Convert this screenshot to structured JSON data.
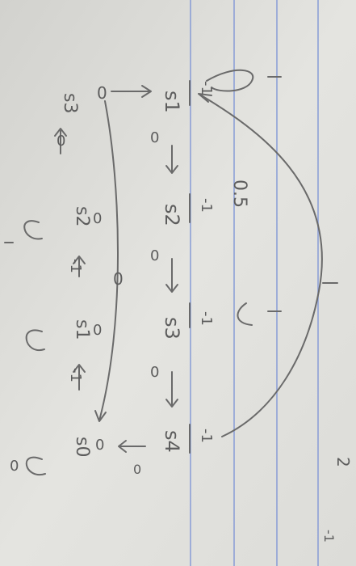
{
  "photo": {
    "subject": "pencil sketch of a state transition diagram on lined notebook paper, photographed rotated 90 degrees",
    "paper_color": "#e8e8e4",
    "rule_line_color": "#7f95d6",
    "pencil_color": "#6a6a6a"
  },
  "states": {
    "right_column": [
      "s1",
      "s2",
      "s3",
      "s4"
    ],
    "left_column": [
      "s3",
      "s2",
      "s1",
      "s0"
    ],
    "state_value": "0"
  },
  "labels": {
    "reward_minus_one": "-1",
    "action_zero": "0",
    "self_loop_prob": "0.5",
    "neg_one": "-1"
  },
  "margin_marks": {
    "right_edge_top": "2",
    "right_edge_bottom": "-1"
  }
}
